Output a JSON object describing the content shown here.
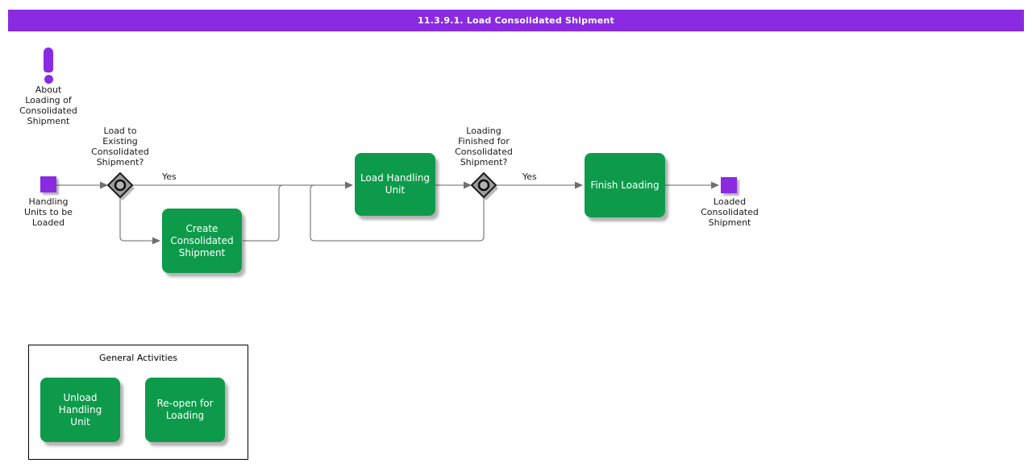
{
  "colors": {
    "purple": "#8A2BE2",
    "green": "#0D9B4B",
    "line": "#858585",
    "diamond": "#9C9C9C"
  },
  "header": {
    "title": "11.3.9.1. Load Consolidated Shipment"
  },
  "icons": {
    "about": "exclamation-icon",
    "gateway": "decision-diamond-ring-icon"
  },
  "diagram": {
    "about": {
      "label": "About\nLoading of\nConsolidated\nShipment"
    },
    "start_event": {
      "label": "Handling\nUnits to be\nLoaded"
    },
    "gateway_load_existing": {
      "question": "Load to\nExisting\nConsolidated\nShipment?",
      "yes_label": "Yes"
    },
    "activity_create": {
      "label": "Create\nConsolidated\nShipment"
    },
    "activity_load": {
      "label": "Load Handling\nUnit"
    },
    "gateway_loading_finished": {
      "question": "Loading\nFinished for\nConsolidated\nShipment?",
      "yes_label": "Yes"
    },
    "activity_finish": {
      "label": "Finish Loading"
    },
    "end_event": {
      "label": "Loaded\nConsolidated\nShipment"
    }
  },
  "general_activities": {
    "title": "General Activities",
    "activity_unload": {
      "label": "Unload Handling\nUnit"
    },
    "activity_reopen": {
      "label": "Re-open for\nLoading"
    }
  }
}
